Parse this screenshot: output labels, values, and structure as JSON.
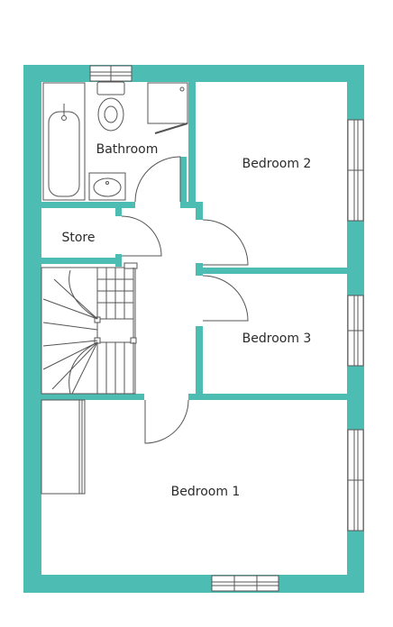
{
  "floor_plan": {
    "colors": {
      "wall": "#4dbdb4",
      "fixture_line": "#555555",
      "background": "#ffffff"
    },
    "rooms": [
      {
        "id": "bathroom",
        "label": "Bathroom"
      },
      {
        "id": "bedroom-2",
        "label": "Bedroom 2"
      },
      {
        "id": "store",
        "label": "Store"
      },
      {
        "id": "bedroom-3",
        "label": "Bedroom 3"
      },
      {
        "id": "bedroom-1",
        "label": "Bedroom 1"
      }
    ],
    "fixtures": [
      "bathtub",
      "toilet",
      "washbasin",
      "shower",
      "staircase",
      "wardrobe"
    ]
  }
}
